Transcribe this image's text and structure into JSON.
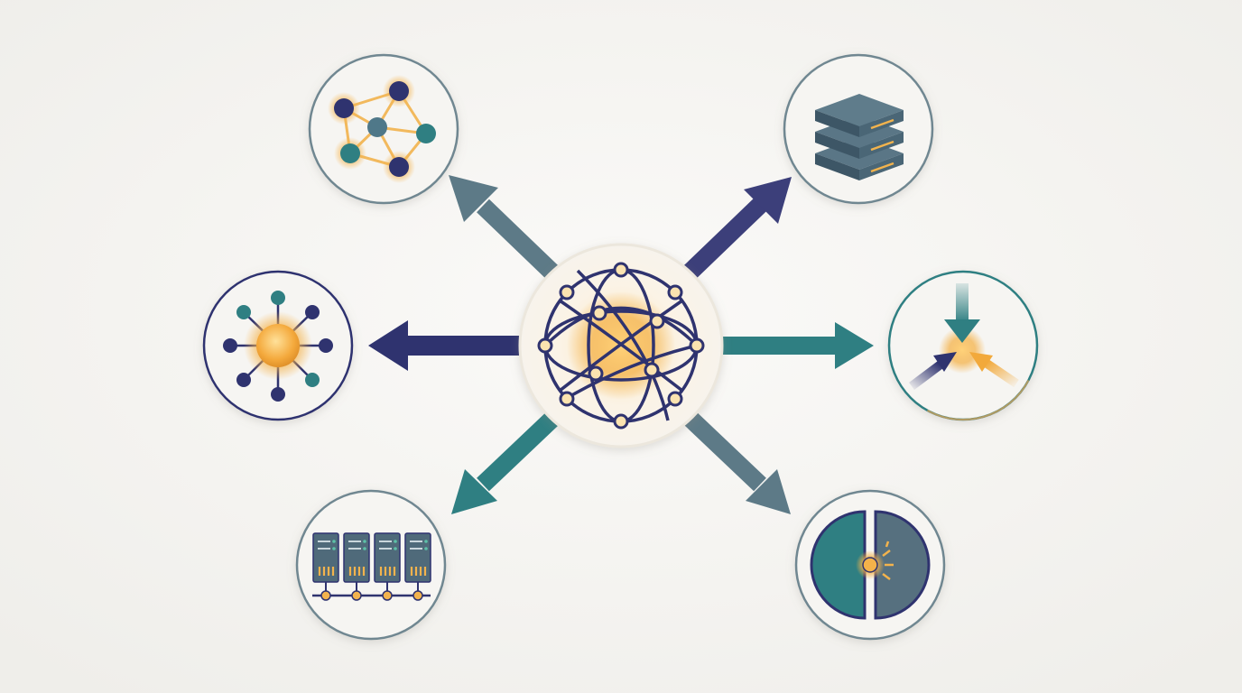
{
  "diagram": {
    "center": {
      "icon": "globe-network-icon"
    },
    "nodes": [
      {
        "id": "top-left",
        "icon": "mesh-network-icon",
        "arrow_color": "#5d7a87"
      },
      {
        "id": "top-right",
        "icon": "server-stack-icon",
        "arrow_color": "#3c3f7a"
      },
      {
        "id": "left",
        "icon": "hub-spoke-icon",
        "arrow_color": "#2f336f"
      },
      {
        "id": "right",
        "icon": "convergence-arrows-icon",
        "arrow_color": "#2f7f82"
      },
      {
        "id": "bottom-left",
        "icon": "server-rack-cluster-icon",
        "arrow_color": "#2f7f82"
      },
      {
        "id": "bottom-right",
        "icon": "split-circle-icon",
        "arrow_color": "#5d7a87"
      }
    ]
  },
  "colors": {
    "background": "#f6f5f2",
    "navy": "#2f336f",
    "teal": "#2f7f82",
    "slate": "#5d7a87",
    "gold": "#f2a93b",
    "circle_border": "#6f8791"
  }
}
